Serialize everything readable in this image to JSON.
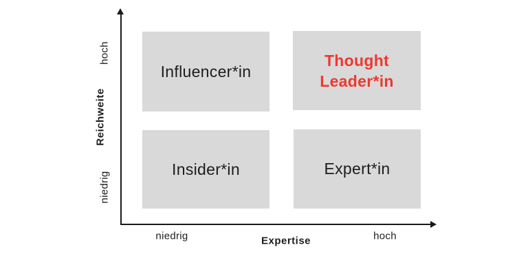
{
  "colors": {
    "background": "#ffffff",
    "axis": "#1a1a1a",
    "text": "#1d1d1d",
    "quadrant_background": "#d9d9d9",
    "highlight": "#ee3830"
  },
  "y_axis": {
    "title": "Reichweite",
    "high_label": "hoch",
    "low_label": "niedrig"
  },
  "x_axis": {
    "title": "Expertise",
    "low_label": "niedrig",
    "high_label": "hoch"
  },
  "quadrants": [
    {
      "position": "top-left",
      "label": "Influencer*in"
    },
    {
      "position": "top-right",
      "label": "Thought Leader*in",
      "lines": [
        "Thought",
        "Leader*in"
      ],
      "highlighted": true
    },
    {
      "position": "bottom-left",
      "label": "Insider*in"
    },
    {
      "position": "bottom-right",
      "label": "Expert*in"
    }
  ]
}
